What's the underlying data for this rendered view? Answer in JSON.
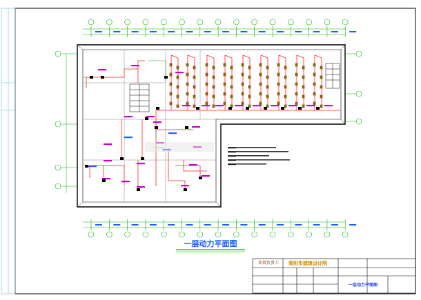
{
  "drawing": {
    "title": "一层动力平面图",
    "colors": {
      "frame": "#000000",
      "wall": "#000000",
      "grid": "#00b000",
      "circuit": "#ff2020",
      "text_blue": "#1a5fff",
      "text_magenta": "#cc00cc",
      "text_orange": "#d98a00",
      "panel": "#000000"
    }
  },
  "title_block": {
    "project_head_label": "项目负责人",
    "institute_name": "简阳市建筑设计院",
    "drawing_name": "一层动力平面图"
  }
}
